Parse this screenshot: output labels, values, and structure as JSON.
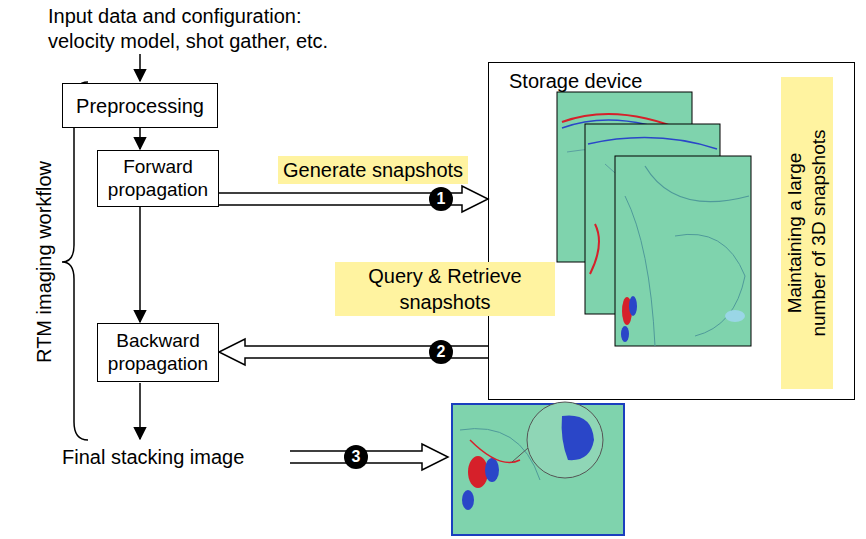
{
  "diagram": {
    "nodes": [
      {
        "text": [
          "Preprocessing"
        ]
      },
      {
        "text": [
          "Forward propagation"
        ]
      },
      {
        "text": [
          "Backward propagation"
        ]
      },
      {
        "text": [
          "Storage device"
        ]
      },
      {
        "text": [
          "Maintaining a large number of 3D snapshots"
        ],
        "in": 3
      }
    ],
    "edges": [
      {
        "from": 0,
        "to": 1,
        "arrow": "to"
      },
      {
        "from": 1,
        "to": 2,
        "arrow": "to"
      },
      {
        "from": 1,
        "to": 3,
        "label": "Generate snapshots",
        "arrow": "to"
      },
      {
        "from": 3,
        "to": 2,
        "label": "Query & Retrieve snapshots",
        "arrow": "to"
      }
    ],
    "labels": [
      "Input data and configuration: velocity model, shot gather, etc.",
      "RTM imaging workflow",
      "Final stacking image",
      "1",
      "2",
      "3"
    ]
  }
}
